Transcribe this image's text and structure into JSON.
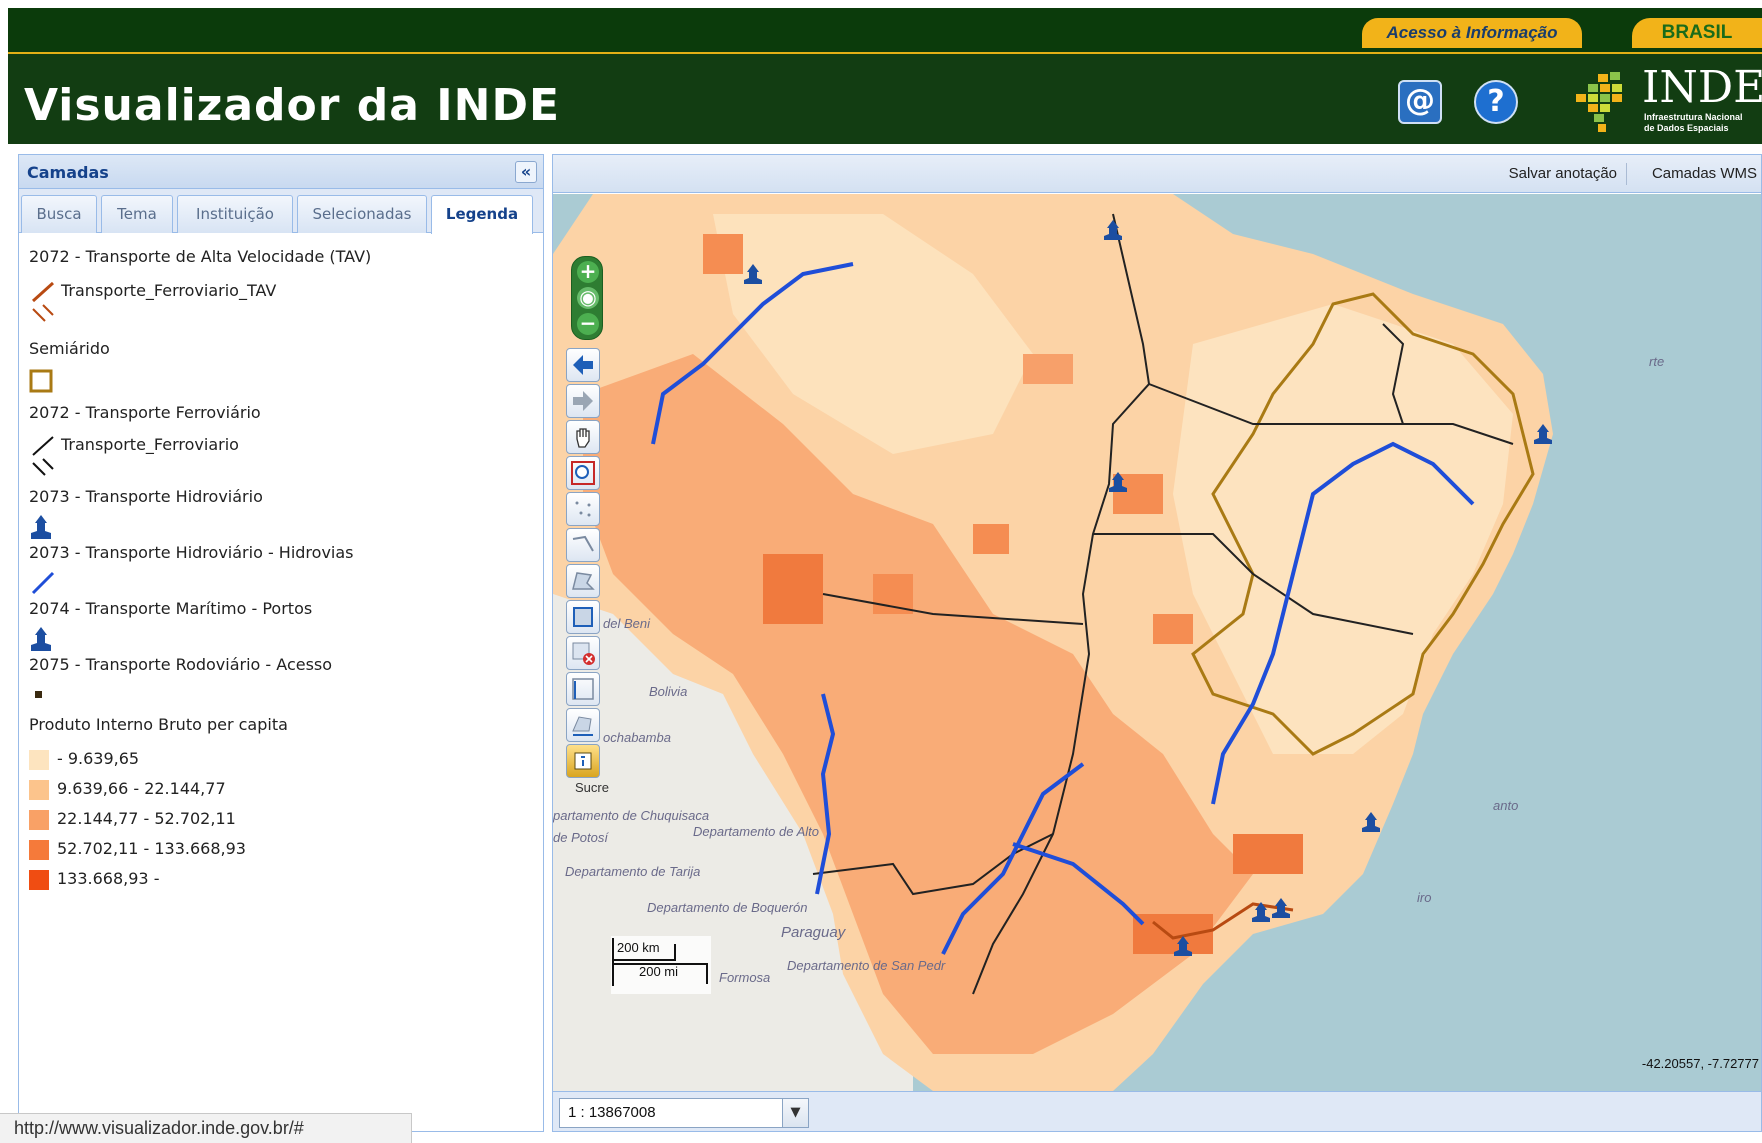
{
  "header": {
    "gov_link": "Acesso à Informação",
    "gov_brand": "BRASIL",
    "app_title": "Visualizador da INDE",
    "contact_icon": "at-icon",
    "help_icon": "question-icon",
    "logo_word": "INDE",
    "logo_sub1": "Infraestrutura Nacional",
    "logo_sub2": "de Dados Espaciais"
  },
  "left_panel": {
    "title": "Camadas",
    "collapse_label": "«",
    "tabs": [
      {
        "label": "Busca",
        "active": false
      },
      {
        "label": "Tema",
        "active": false
      },
      {
        "label": "Instituição",
        "active": false
      },
      {
        "label": "Selecionadas",
        "active": false
      },
      {
        "label": "Legenda",
        "active": true
      }
    ],
    "legend": {
      "tav_title": "2072 - Transporte de Alta Velocidade (TAV)",
      "tav_item": "Transporte_Ferroviario_TAV",
      "semiarido_title": "Semiárido",
      "ferro_title": "2072 - Transporte Ferroviário",
      "ferro_item": "Transporte_Ferroviario",
      "hidro_title": "2073 - Transporte Hidroviário",
      "hidrovias_title": "2073 - Transporte Hidroviário - Hidrovias",
      "portos_title": "2074 - Transporte Marítimo - Portos",
      "rodo_title": "2075 - Transporte Rodoviário - Acesso",
      "pib_title": "Produto Interno Bruto per capita",
      "pib_ranges": [
        {
          "label": "- 9.639,65",
          "color": "#fde4bf"
        },
        {
          "label": "9.639,66 - 22.144,77",
          "color": "#fcc48c"
        },
        {
          "label": "22.144,77 - 52.702,11",
          "color": "#f9a166"
        },
        {
          "label": "52.702,11 - 133.668,93",
          "color": "#f57a3a"
        },
        {
          "label": "133.668,93 -",
          "color": "#f04d12"
        }
      ]
    }
  },
  "map_panel": {
    "save_note": "Salvar anotação",
    "wms_layers": "Camadas WMS",
    "scale_km": "200 km",
    "scale_mi": "200 mi",
    "coords": "-42.20557, -7.72777",
    "scale_value": "1 : 13867008",
    "labels": {
      "beni": "del Beni",
      "bolivia": "Bolivia",
      "cochabamba": "ochabamba",
      "sucre": "Sucre",
      "chuquisaca": "partamento de Chuquisaca",
      "potosi": "de Potosí",
      "alto": "Departamento de Alto",
      "tarija": "Departamento de Tarija",
      "boqueron": "Departamento de Boquerón",
      "paraguay": "Paraguay",
      "sanpedro": "Departamento de San Pedr",
      "formosa": "Formosa",
      "rte": "rte",
      "anto": "anto",
      "iro": "iro"
    }
  },
  "status_bar": {
    "url": "http://www.visualizador.inde.gov.br/#"
  }
}
